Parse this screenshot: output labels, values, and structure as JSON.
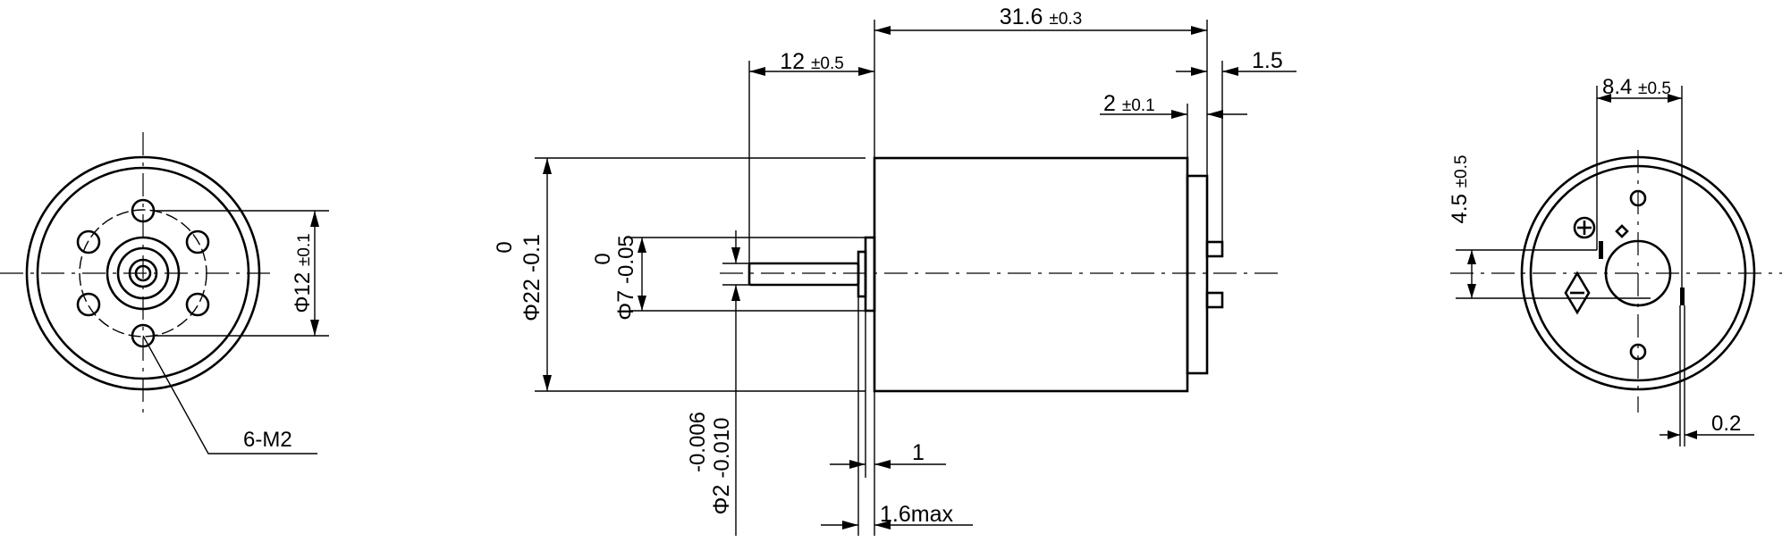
{
  "dimensions": {
    "length_total": "31.6",
    "length_total_tol": "±0.3",
    "shaft_length": "12",
    "shaft_length_tol": "±0.5",
    "rear_plate": "1.5",
    "rear_step": "2",
    "rear_step_tol": "±0.1",
    "body_dia": "Φ22",
    "body_dia_tol_upper": "0",
    "body_dia_tol_lower": "-0.1",
    "boss_dia": "Φ7",
    "boss_dia_tol_upper": "0",
    "boss_dia_tol_lower": "-0.05",
    "shaft_dia": "Φ2",
    "shaft_dia_tol_upper": "-0.006",
    "shaft_dia_tol_lower": "-0.010",
    "flange_thick": "1",
    "boss_max": "1.6max",
    "screw_pcd": "Φ12",
    "screw_pcd_tol": "±0.1",
    "screws": "6-M2",
    "terminal_spacing": "8.4",
    "terminal_spacing_tol": "±0.5",
    "terminal_offset": "4.5",
    "terminal_offset_tol": "±0.5",
    "terminal_width": "0.2"
  },
  "icons": [
    "plus-terminal-icon",
    "minus-terminal-icon"
  ]
}
